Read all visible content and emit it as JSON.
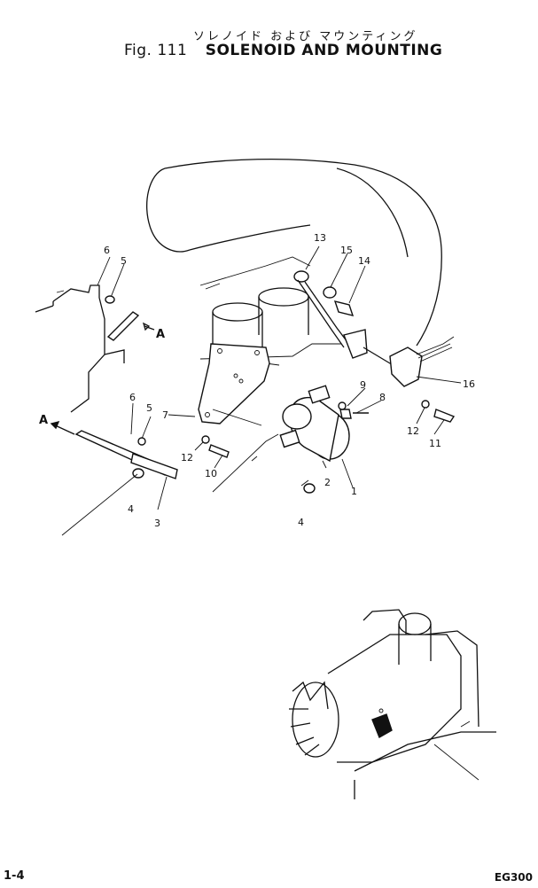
{
  "title": {
    "japanese": "ソレノイド および マウンティング",
    "fig_number": "Fig. 111",
    "text": "SOLENOID AND MOUNTING"
  },
  "labels": {
    "l1": "1",
    "l2": "2",
    "l3": "3",
    "l4a": "4",
    "l4b": "4",
    "l5a": "5",
    "l5b": "5",
    "l6a": "6",
    "l6b": "6",
    "l7": "7",
    "l8": "8",
    "l9": "9",
    "l10": "10",
    "l11": "11",
    "l12a": "12",
    "l12b": "12",
    "l13": "13",
    "l14": "14",
    "l15": "15",
    "l16": "16",
    "arrow_a_top": "A",
    "arrow_a_left": "A"
  },
  "footer": {
    "page": "1-4",
    "code": "EG300"
  }
}
